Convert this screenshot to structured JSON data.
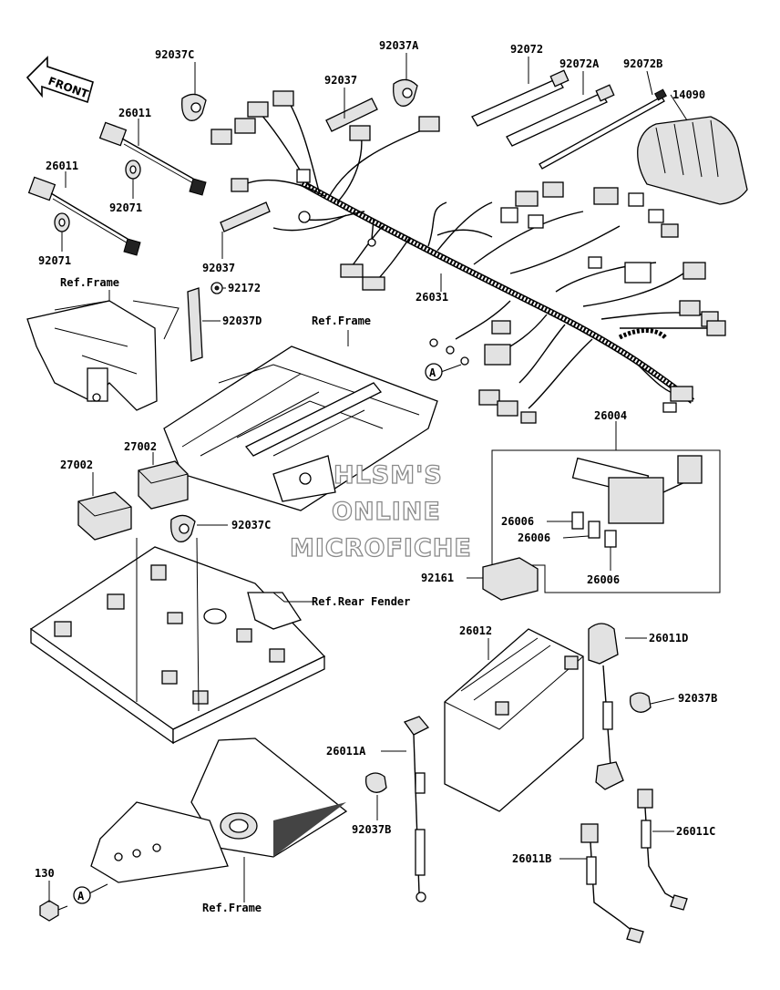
{
  "front_label": "FRONT",
  "callouts": [
    {
      "text": "92037C",
      "key": "c92037C_a"
    },
    {
      "text": "92037A",
      "key": "c92037A"
    },
    {
      "text": "92037",
      "key": "c92037_top"
    },
    {
      "text": "92072",
      "key": "c92072"
    },
    {
      "text": "92072A",
      "key": "c92072A"
    },
    {
      "text": "92072B",
      "key": "c92072B"
    },
    {
      "text": "14090",
      "key": "c14090"
    },
    {
      "text": "26011",
      "key": "c26011_a"
    },
    {
      "text": "26011",
      "key": "c26011_b"
    },
    {
      "text": "92071",
      "key": "c92071_a"
    },
    {
      "text": "92071",
      "key": "c92071_b"
    },
    {
      "text": "92037",
      "key": "c92037_mid"
    },
    {
      "text": "92172",
      "key": "c92172"
    },
    {
      "text": "92037D",
      "key": "c92037D"
    },
    {
      "text": "26031",
      "key": "c26031"
    },
    {
      "text": "26004",
      "key": "c26004"
    },
    {
      "text": "27002",
      "key": "c27002_a"
    },
    {
      "text": "27002",
      "key": "c27002_b"
    },
    {
      "text": "92037C",
      "key": "c92037C_b"
    },
    {
      "text": "26006",
      "key": "c26006_a"
    },
    {
      "text": "26006",
      "key": "c26006_b"
    },
    {
      "text": "26006",
      "key": "c26006_c"
    },
    {
      "text": "92161",
      "key": "c92161"
    },
    {
      "text": "26012",
      "key": "c26012"
    },
    {
      "text": "26011D",
      "key": "c26011D"
    },
    {
      "text": "92037B",
      "key": "c92037B_a"
    },
    {
      "text": "26011A",
      "key": "c26011A"
    },
    {
      "text": "92037B",
      "key": "c92037B_b"
    },
    {
      "text": "26011C",
      "key": "c26011C"
    },
    {
      "text": "26011B",
      "key": "c26011B"
    },
    {
      "text": "130",
      "key": "c130"
    }
  ],
  "refs": {
    "frame_top_left": "Ref.Frame",
    "frame_center": "Ref.Frame",
    "rear_fender": "Ref.Rear Fender",
    "frame_bottom": "Ref.Frame"
  },
  "markers": {
    "a_upper": "A",
    "a_lower": "A"
  },
  "watermark": [
    "HLSM'S",
    "ONLINE",
    "MICROFICHE"
  ]
}
